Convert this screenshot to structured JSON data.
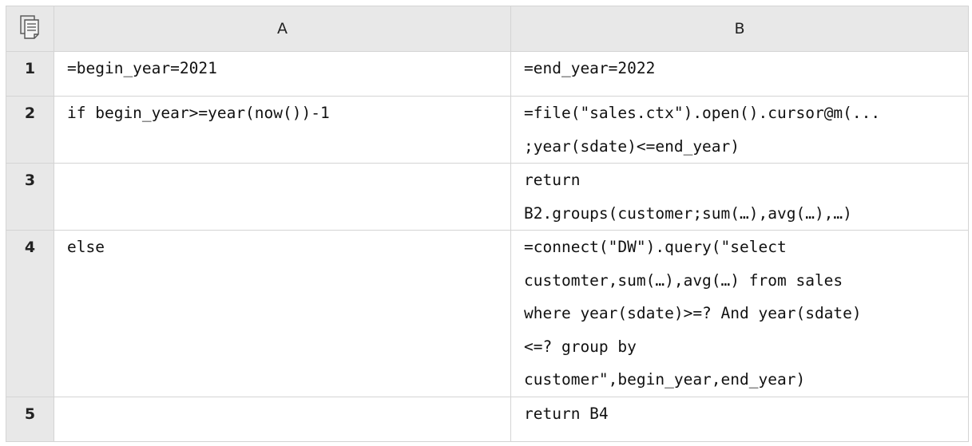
{
  "columns": {
    "a": "A",
    "b": "B"
  },
  "rows": [
    {
      "num": "1",
      "a": "=begin_year=2021",
      "b": "=end_year=2022"
    },
    {
      "num": "2",
      "a": "if begin_year>=year(now())-1",
      "b": "=file(\"sales.ctx\").open().cursor@m(...\n;year(sdate)<=end_year)"
    },
    {
      "num": "3",
      "a": "",
      "b": "return\nB2.groups(customer;sum(…),avg(…),…)"
    },
    {
      "num": "4",
      "a": "else",
      "b": "=connect(\"DW\").query(\"select\ncustomter,sum(…),avg(…) from sales\nwhere year(sdate)>=? And year(sdate)\n<=? group by\ncustomer\",begin_year,end_year)"
    },
    {
      "num": "5",
      "a": "",
      "b": "return B4"
    }
  ],
  "icons": {
    "corner": "sheet-menu-icon"
  }
}
